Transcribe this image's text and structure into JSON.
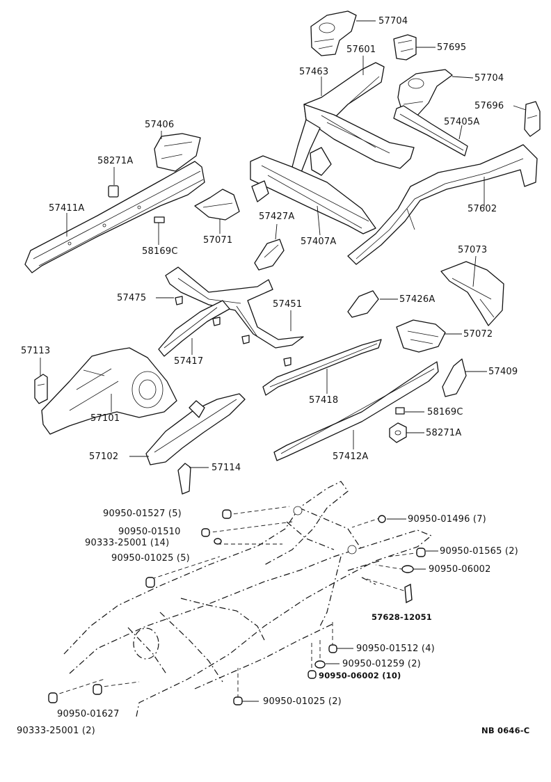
{
  "diagram_code": "NB 0646-C",
  "part_labels": {
    "p57704_top": "57704",
    "p57601": "57601",
    "p57695": "57695",
    "p57463": "57463",
    "p57704_mid": "57704",
    "p57696": "57696",
    "p57406": "57406",
    "p57405a": "57405A",
    "p58271a_left": "58271A",
    "p57411a": "57411A",
    "p57071": "57071",
    "p57427a": "57427A",
    "p57407a": "57407A",
    "p57602": "57602",
    "p58169c_left": "58169C",
    "p57073": "57073",
    "p57475": "57475",
    "p57451": "57451",
    "p57426a": "57426A",
    "p57072": "57072",
    "p57417": "57417",
    "p57113": "57113",
    "p57409": "57409",
    "p57418": "57418",
    "p57101": "57101",
    "p58169c_right": "58169C",
    "p58271a_right": "58271A",
    "p57102": "57102",
    "p57114": "57114",
    "p57412a": "57412A"
  },
  "hardware_labels": {
    "h9095001527": "90950-01527 (5)",
    "h9095001510": "90950-01510",
    "h9033325001_14": "90333-25001 (14)",
    "h9095001025_5": "90950-01025 (5)",
    "h9095001496": "90950-01496 (7)",
    "h9095001565": "90950-01565 (2)",
    "h9095006002": "90950-06002",
    "h5762812051": "57628-12051",
    "h9095001512": "90950-01512 (4)",
    "h9095001259": "90950-01259 (2)",
    "h9095006002_10": "90950-06002 (10)",
    "h9095001025_2": "90950-01025 (2)",
    "h9095001627": "90950-01627",
    "h9033325001_2": "90333-25001 (2)"
  }
}
